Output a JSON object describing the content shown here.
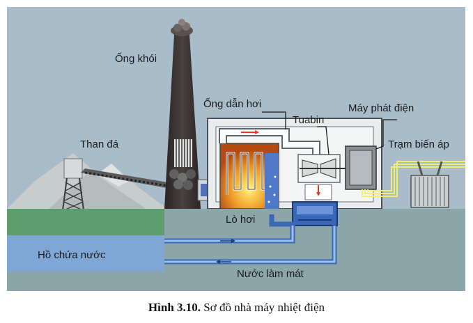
{
  "labels": {
    "chimney": "Ống khói",
    "steam_pipe": "Ống dẫn hơi",
    "turbine": "Tuabin",
    "generator": "Máy phát điện",
    "coal": "Than đá",
    "transformer": "Trạm biến áp",
    "boiler": "Lò hơi",
    "reservoir": "Hồ chứa nước",
    "cooling_water": "Nước làm mát"
  },
  "caption": {
    "number": "Hình 3.10.",
    "text": " Sơ đồ nhà máy nhiệt điện"
  },
  "colors": {
    "sky": "#a9bcc9",
    "ground": "#8ba6a9",
    "grass": "#5d9e6e",
    "water": "#7ea7d6",
    "building": "#e9ecec",
    "pipe_blue": "#3a67b6",
    "power_line": "#f2ef6a"
  }
}
